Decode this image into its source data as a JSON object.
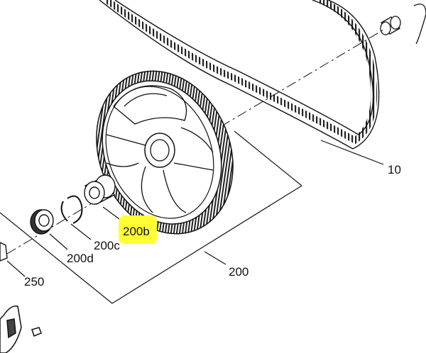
{
  "labels": {
    "belt": "10",
    "pulley_assembly": "200",
    "pulley": "200b",
    "spacer": "200c",
    "seal": "200d",
    "bolt": "250"
  },
  "colors": {
    "line": "#111111",
    "highlight": "#ffff33",
    "background": "#ffffff"
  }
}
